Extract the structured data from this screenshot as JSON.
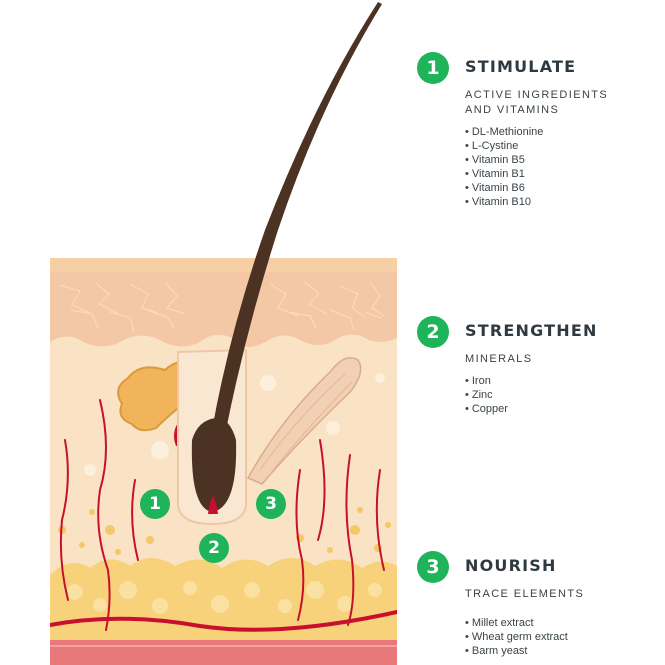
{
  "markers": {
    "one": "1",
    "two": "2",
    "three": "3"
  },
  "sections": [
    {
      "number": "1",
      "title": "STIMULATE",
      "subtitle_lines": [
        "ACTIVE INGREDIENTS",
        "AND VITAMINS"
      ],
      "items": [
        "DL-Methionine",
        "L-Cystine",
        "Vitamin B5",
        "Vitamin B1",
        "Vitamin B6",
        "Vitamin B10"
      ]
    },
    {
      "number": "2",
      "title": "STRENGTHEN",
      "subtitle_lines": [
        "MINERALS"
      ],
      "items": [
        "Iron",
        "Zinc",
        "Copper"
      ]
    },
    {
      "number": "3",
      "title": "NOURISH",
      "subtitle_lines": [
        "TRACE ELEMENTS"
      ],
      "items": [
        "Millet extract",
        "Wheat germ extract",
        "Barm yeast"
      ]
    }
  ],
  "colors": {
    "badge": "#1fb45a",
    "hair": "#4b3222",
    "epidermis": "#f4c8a4",
    "dermis": "#f9e3c4",
    "fat": "#f7d27a",
    "vessel": "#c8102e",
    "muscle": "#f1d0b4"
  }
}
